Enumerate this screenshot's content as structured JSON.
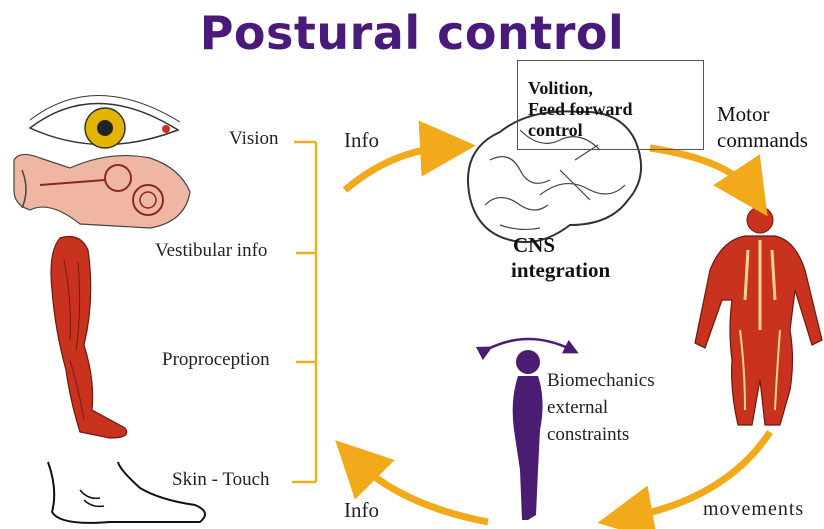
{
  "title": "Postural control",
  "inputs": {
    "vision": "Vision",
    "vestibular": "Vestibular info",
    "proprioception": "Proproception",
    "touch": "Skin - Touch"
  },
  "info_top": "Info",
  "info_bottom": "Info",
  "feed_forward_box": {
    "line1": "Volition,",
    "line2": "Feed forward",
    "line3": "control"
  },
  "cns": {
    "line1": "CNS",
    "line2": "integration"
  },
  "motor_commands": {
    "line1": "Motor",
    "line2": "commands"
  },
  "biomechanics": {
    "line1": "Biomechanics",
    "line2": "external",
    "line3": "constraints"
  },
  "movements": "movements",
  "colors": {
    "title": "#4a1a7a",
    "arrow": "#f2a91a",
    "bracket": "#e9b022",
    "muscle": "#c8321e",
    "figure": "#4b1d72"
  },
  "icons": [
    "eye-icon",
    "ear-icon",
    "leg-muscle-icon",
    "foot-icon",
    "brain-icon",
    "muscle-body-icon",
    "human-silhouette-icon"
  ]
}
